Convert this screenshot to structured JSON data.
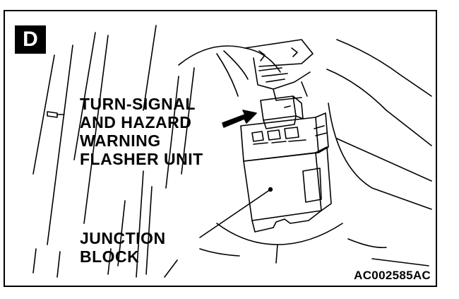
{
  "figure": {
    "panel_letter": "D",
    "reference_code": "AC002585AC"
  },
  "labels": {
    "flasher_unit": {
      "lines": [
        "TURN-SIGNAL",
        "AND HAZARD",
        "WARNING",
        "FLASHER UNIT"
      ]
    },
    "junction_block": {
      "lines": [
        "JUNCTION",
        "BLOCK"
      ]
    }
  },
  "colors": {
    "ink": "#000000",
    "paper": "#ffffff"
  }
}
